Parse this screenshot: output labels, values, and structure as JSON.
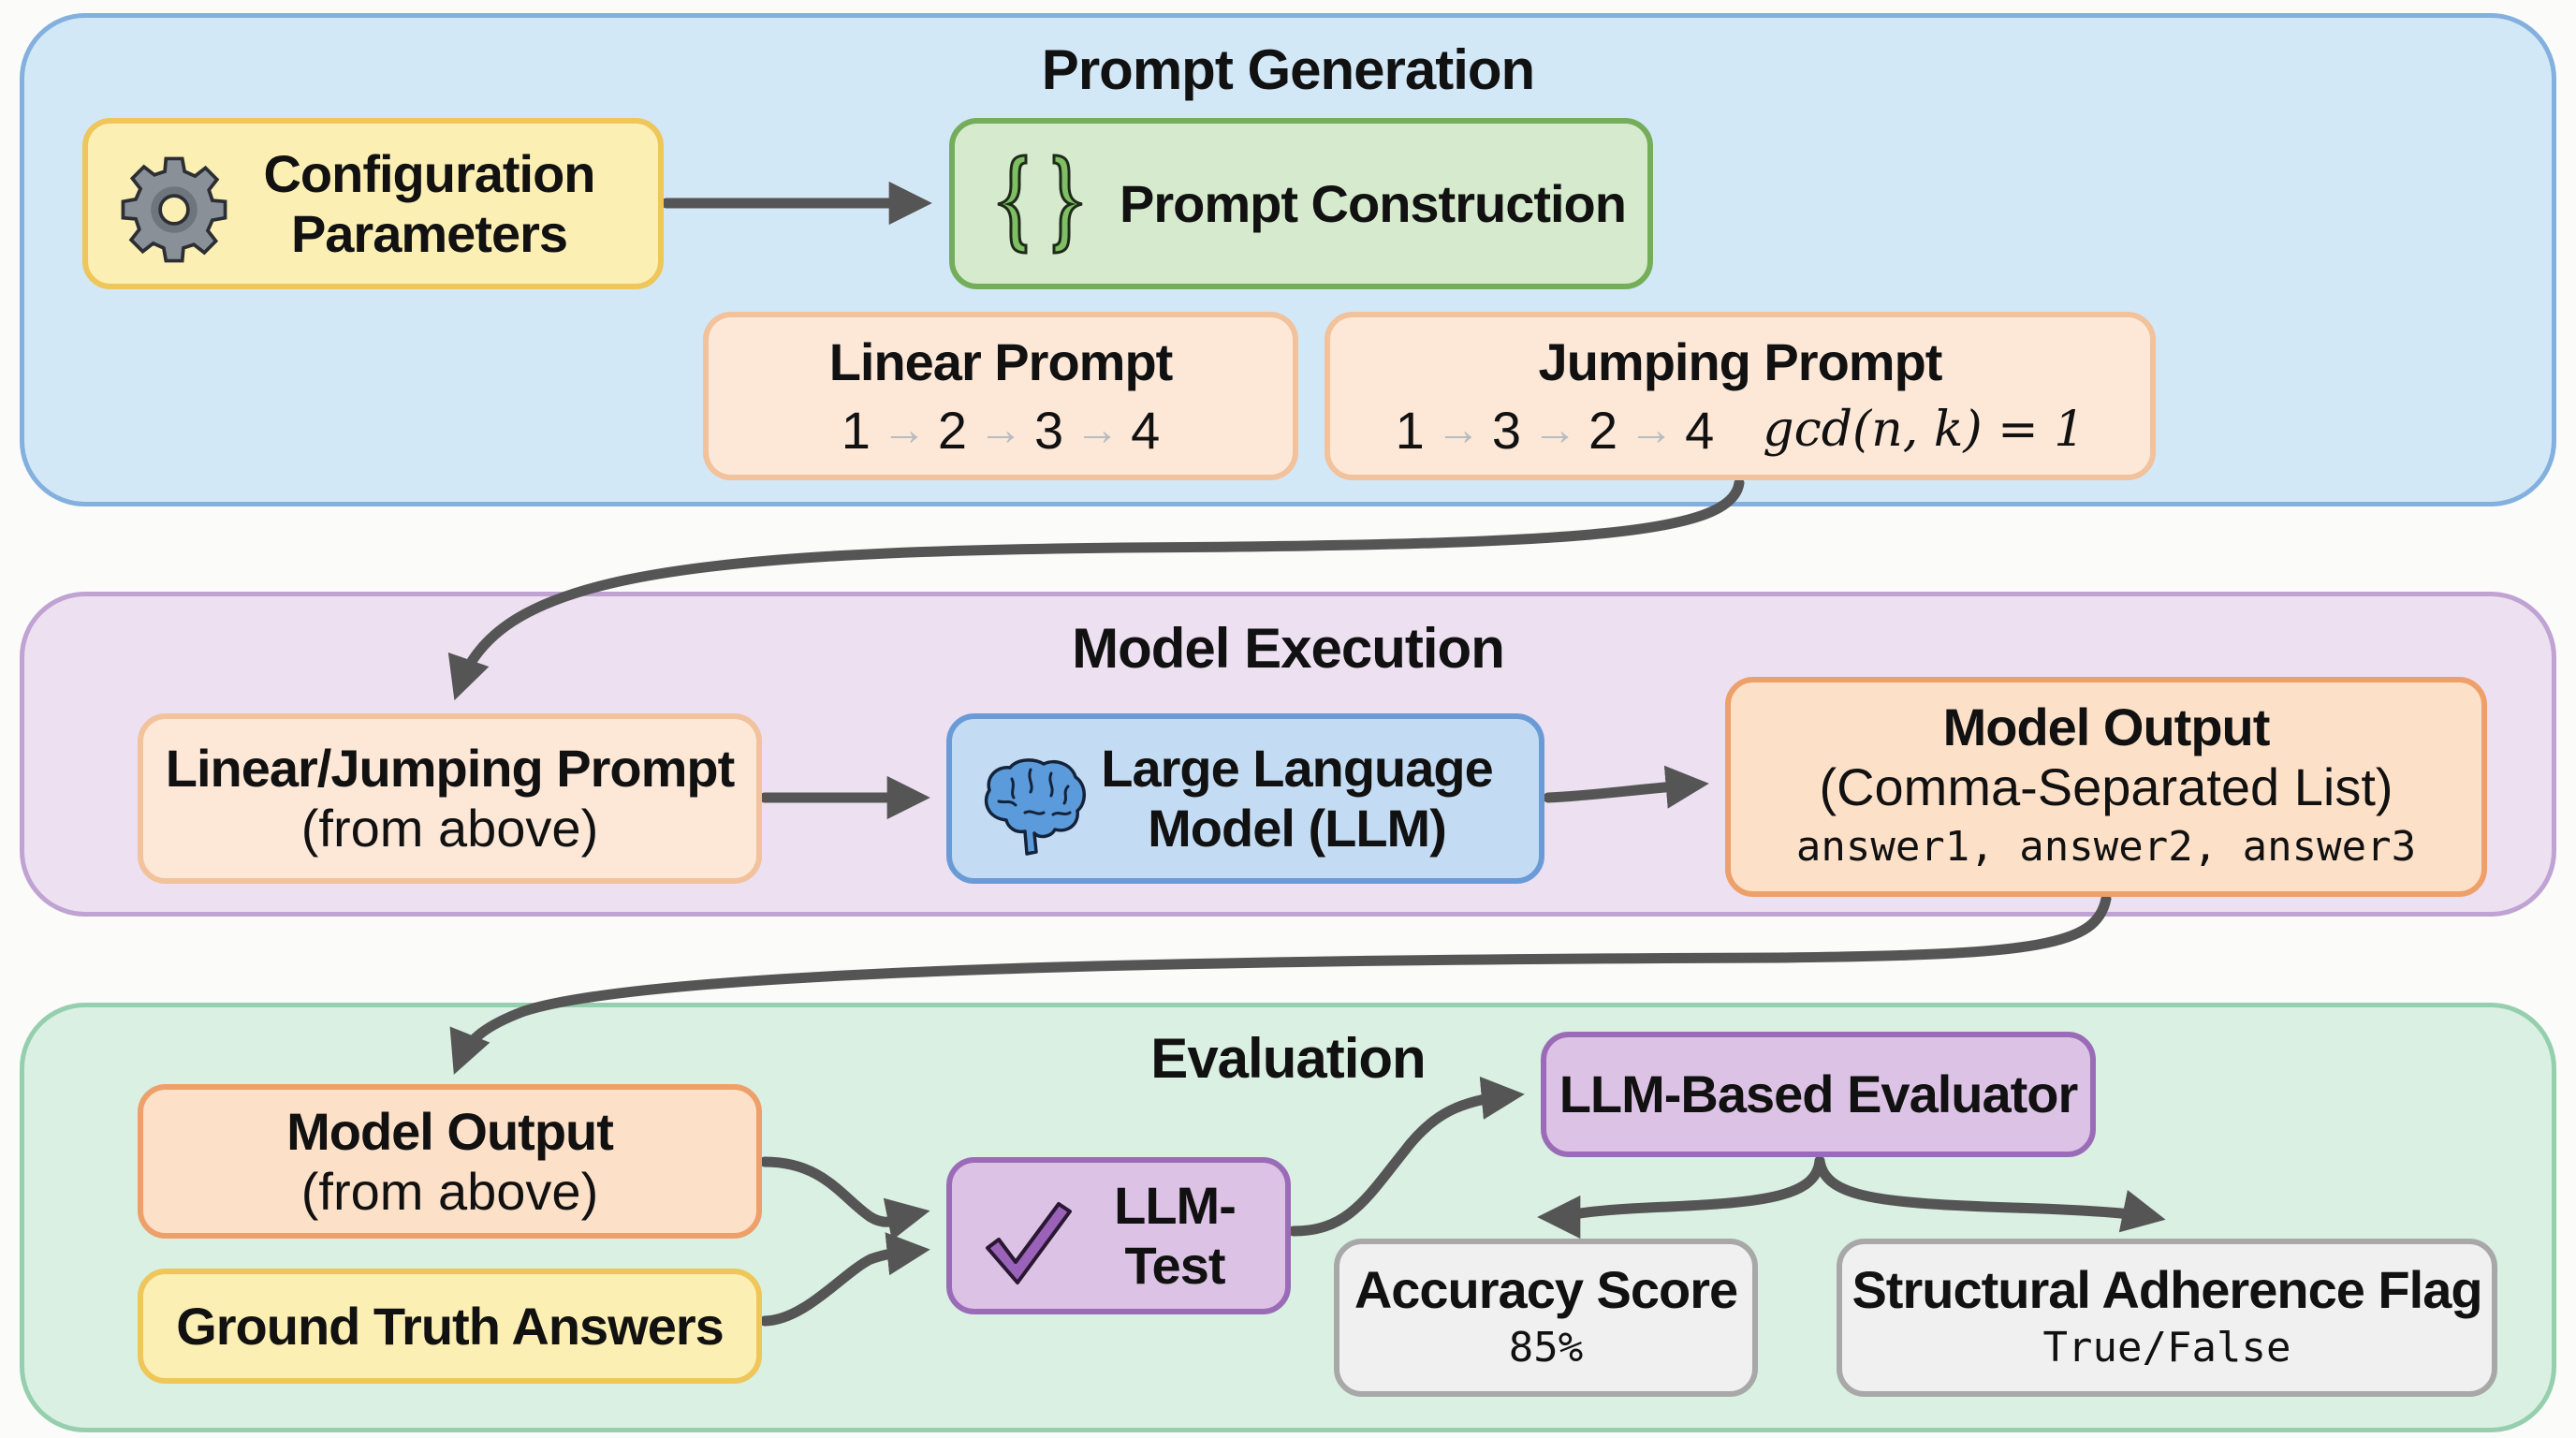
{
  "sections": {
    "prompt_generation": {
      "title": "Prompt Generation",
      "config": {
        "line1": "Configuration",
        "line2": "Parameters",
        "icon": "gear-icon"
      },
      "construction": {
        "label": "Prompt Construction",
        "icon": "curly-braces-icon"
      },
      "linear": {
        "title": "Linear Prompt",
        "sequence": [
          "1",
          "2",
          "3",
          "4"
        ]
      },
      "jumping": {
        "title": "Jumping Prompt",
        "sequence": [
          "1",
          "3",
          "2",
          "4"
        ],
        "condition": "gcd(n, k) = 1"
      }
    },
    "model_execution": {
      "title": "Model Execution",
      "input": {
        "line1": "Linear/Jumping Prompt",
        "line2": "(from above)"
      },
      "llm": {
        "line1": "Large Language",
        "line2": "Model (LLM)",
        "icon": "brain-icon"
      },
      "output": {
        "line1": "Model Output",
        "line2": "(Comma-Separated List)",
        "line3": "answer1, answer2, answer3"
      }
    },
    "evaluation": {
      "title": "Evaluation",
      "model_output": {
        "line1": "Model Output",
        "line2": "(from above)"
      },
      "ground_truth": {
        "label": "Ground Truth Answers"
      },
      "llm_test": {
        "line1": "LLM-",
        "line2": "Test",
        "icon": "checkmark-icon"
      },
      "evaluator": {
        "label": "LLM-Based Evaluator"
      },
      "accuracy": {
        "title": "Accuracy Score",
        "value": "85%"
      },
      "structural": {
        "title": "Structural Adherence Flag",
        "value": "True/False"
      }
    }
  },
  "arrow_glyph": "→"
}
